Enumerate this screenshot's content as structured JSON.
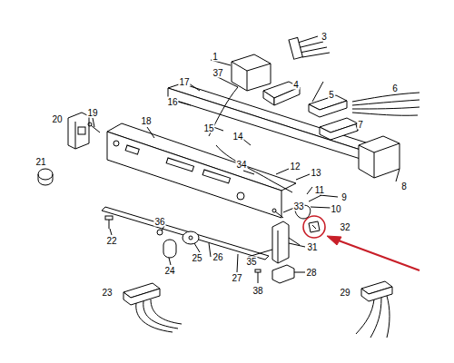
{
  "diagram": {
    "labels": [
      "3",
      "1",
      "37",
      "4",
      "5",
      "6",
      "17",
      "16",
      "7",
      "15",
      "14",
      "8",
      "18",
      "19",
      "20",
      "12",
      "13",
      "34",
      "11",
      "9",
      "10",
      "21",
      "33",
      "32",
      "22",
      "36",
      "35",
      "31",
      "25",
      "24",
      "26",
      "27",
      "28",
      "23",
      "38",
      "29"
    ]
  }
}
